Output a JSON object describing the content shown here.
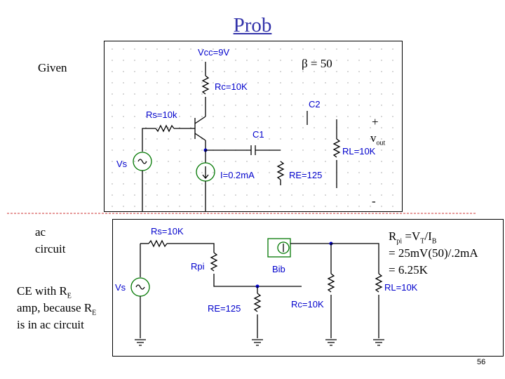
{
  "title": "Prob",
  "given_label": "Given",
  "beta_text": "β = 50",
  "vout_plus": "+",
  "vout_v": "v",
  "vout_sub": "out",
  "vout_minus": "-",
  "ac_label_line1": "ac",
  "ac_label_line2": "circuit",
  "ce_line1_prefix": "CE with R",
  "ce_line1_sub": "E",
  "ce_line2_prefix": "amp, because R",
  "ce_line2_sub": "E",
  "ce_line3": "is in ac circuit",
  "rpi_line1_r": "R",
  "rpi_line1_sub1": "pi",
  "rpi_line1_mid": " =V",
  "rpi_line1_sub2": "T",
  "rpi_line1_slash": "/I",
  "rpi_line1_sub3": "B",
  "rpi_line2": "= 25mV(50)/.2mA",
  "rpi_line3": "= 6.25K",
  "page_number": "56",
  "schematic1": {
    "vcc": "Vcc=9V",
    "rc": "Rc=10K",
    "rs": "Rs=10k",
    "c1": "C1",
    "c2": "C2",
    "vs": "Vs",
    "i_src": "I=0.2mA",
    "re": "RE=125",
    "rl": "RL=10K"
  },
  "schematic2": {
    "rs": "Rs=10K",
    "rpi": "Rpi",
    "bib": "Bib",
    "vs": "Vs",
    "re": "RE=125",
    "rc": "Rc=10K",
    "rl": "RL=10K"
  }
}
